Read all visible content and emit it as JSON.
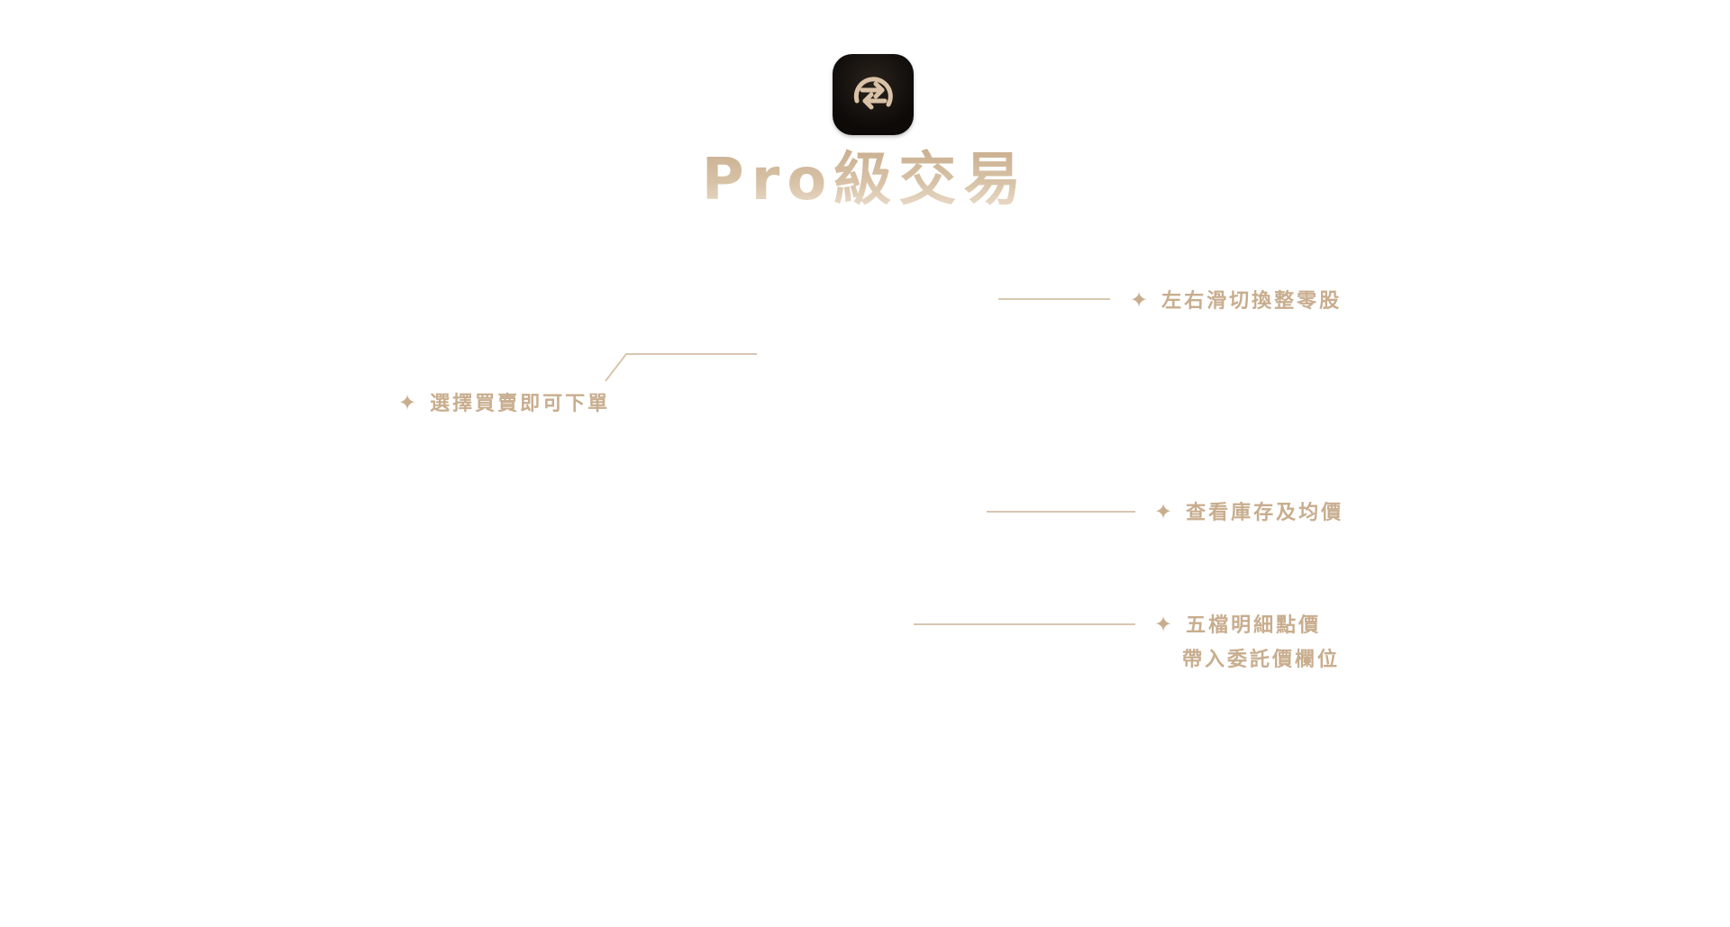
{
  "header": {
    "title": "Pro級交易",
    "icon": "swap-arrows-icon"
  },
  "features": {
    "swap_shares": {
      "text": "左右滑切換整零股"
    },
    "buy_sell": {
      "text": "選擇買賣即可下單"
    },
    "inventory": {
      "text": "查看庫存及均價"
    },
    "five_levels": {
      "line1": "五檔明細點價",
      "line2": "帶入委託價欄位"
    },
    "bullet_glyph": "✦"
  },
  "colors": {
    "accent": "#c8ad8e",
    "icon_background": "#0d0a08",
    "icon_glyph": "#d9c2a6",
    "background": "#ffffff"
  }
}
